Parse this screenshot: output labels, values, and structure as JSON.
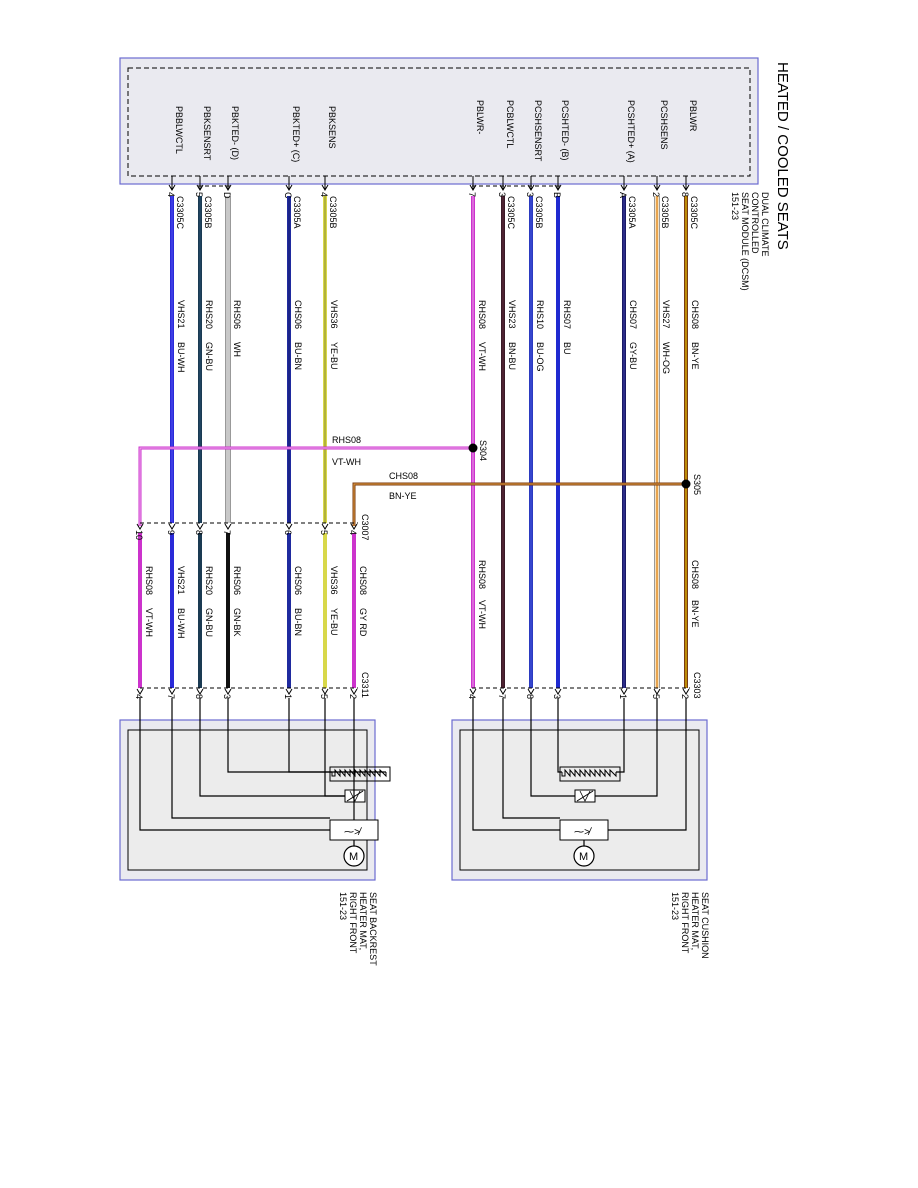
{
  "title": "HEATED / COOLED SEATS",
  "module": {
    "lines": [
      "DUAL CLIMATE",
      "CONTROLLED",
      "SEAT MODULE (DCSM)",
      "151-23"
    ]
  },
  "cushion_circuits": [
    {
      "label": "PBLWR",
      "conn": "C3305C",
      "pin": "8",
      "code": "CHS08",
      "color": "BN-YE",
      "hex": "#7a3b12",
      "stripe": "#e8c100"
    },
    {
      "label": "PCSHSENS",
      "conn": "C3305B",
      "pin": "2",
      "code": "VHS27",
      "color": "WH-OG",
      "hex": "#f4e2c4",
      "stripe": "#e07b00"
    },
    {
      "label": "PCSHTED+ (A)",
      "conn": "C3305A",
      "pin": "A",
      "code": "CHS07",
      "color": "GY-BU",
      "hex": "#1a1a66",
      "stripe": "#3a3a9f"
    },
    {
      "label": "PCSHTED- (B)",
      "conn": "",
      "pin": "B",
      "code": "RHS07",
      "color": "BU",
      "hex": "#1f2ad0",
      "stripe": ""
    },
    {
      "label": "PCSHSENSRT",
      "conn": "C3305B",
      "pin": "3",
      "code": "RHS10",
      "color": "BU-OG",
      "hex": "#2b3ac0",
      "stripe": "#3d4fd8"
    },
    {
      "label": "PCBLWCTL",
      "conn": "C3305C",
      "pin": "3",
      "code": "VHS23",
      "color": "BN-BU",
      "hex": "#3a1a28",
      "stripe": "#5b2a3a"
    },
    {
      "label": "PBLWR-",
      "conn": "",
      "pin": "7",
      "code": "RHS08",
      "color": "VT-WH",
      "hex": "#cc33cc",
      "stripe": "#e58fe5"
    }
  ],
  "backrest_circuits": [
    {
      "label": "PBKSENS",
      "conn": "C3305B",
      "pin": "4",
      "code": "VHS36",
      "color": "YE-BU",
      "hex": "#d8d84a",
      "stripe": "#9a9a30"
    },
    {
      "label": "PBKTED+ (C)",
      "conn": "C3305A",
      "pin": "C",
      "code": "CHS06",
      "color": "BU-BN",
      "hex": "#1f2a9f",
      "stripe": "#18207a"
    },
    {
      "label": "PBKTED- (D)",
      "conn": "",
      "pin": "D",
      "code": "RHS06",
      "color": "WH",
      "hex": "#c8c8c8",
      "stripe": ""
    },
    {
      "label": "PBKSENSRT",
      "conn": "C3305B",
      "pin": "5",
      "code": "RHS20",
      "color": "GN-BU",
      "hex": "#1a3a52",
      "stripe": "#244a6a"
    },
    {
      "label": "PBBLWCTL",
      "conn": "C3305C",
      "pin": "4",
      "code": "VHS21",
      "color": "BU-WH",
      "hex": "#2a2ad8",
      "stripe": "#4a4aee"
    }
  ],
  "lower_backrest": [
    {
      "pin_c3007": "4",
      "code": "CHS08",
      "color": "GY RD",
      "hex": "#cc33cc",
      "pin_c3311": "2"
    },
    {
      "pin_c3007": "5",
      "code": "VHS36",
      "color": "YE-BU",
      "hex": "#d8d84a",
      "pin_c3311": "5"
    },
    {
      "pin_c3007": "6",
      "code": "CHS06",
      "color": "BU-BN",
      "hex": "#1f2a9f",
      "pin_c3311": "1"
    },
    {
      "pin_c3007": "7",
      "code": "RHS06",
      "color": "GN-BK",
      "hex": "#111111",
      "pin_c3311": "3"
    },
    {
      "pin_c3007": "8",
      "code": "RHS20",
      "color": "GN-BU",
      "hex": "#1a3a52",
      "pin_c3311": "8"
    },
    {
      "pin_c3007": "9",
      "code": "VHS21",
      "color": "BU-WH",
      "hex": "#2a2ad8",
      "pin_c3311": "7"
    },
    {
      "pin_c3007": "10",
      "code": "RHS08",
      "color": "VT-WH",
      "hex": "#cc33cc",
      "pin_c3311": "4"
    }
  ],
  "cushion_lower": {
    "chs08_label": "CHS08",
    "chs08_color": "BN-YE",
    "rhs08_label": "RHS08",
    "rhs08_color": "VT-WH",
    "pins": [
      "2",
      "5",
      "1",
      "3",
      "8",
      "7",
      "4"
    ]
  },
  "splices": {
    "s304": "S304",
    "s305": "S305",
    "rhs08_code": "RHS08",
    "rhs08_color": "VT-WH",
    "chs08_code": "CHS08",
    "chs08_color": "BN-YE"
  },
  "connectors": {
    "c3007": "C3007",
    "c3303": "C3303",
    "c3311": "C3311"
  },
  "cushion_mat": {
    "lines": [
      "SEAT CUSHION",
      "HEATER MAT,",
      "RIGHT FRONT",
      "151-23"
    ]
  },
  "backrest_mat": {
    "lines": [
      "SEAT BACKREST",
      "HEATER MAT,",
      "RIGHT FRONT",
      "151-23"
    ]
  },
  "motor_letter": "M"
}
